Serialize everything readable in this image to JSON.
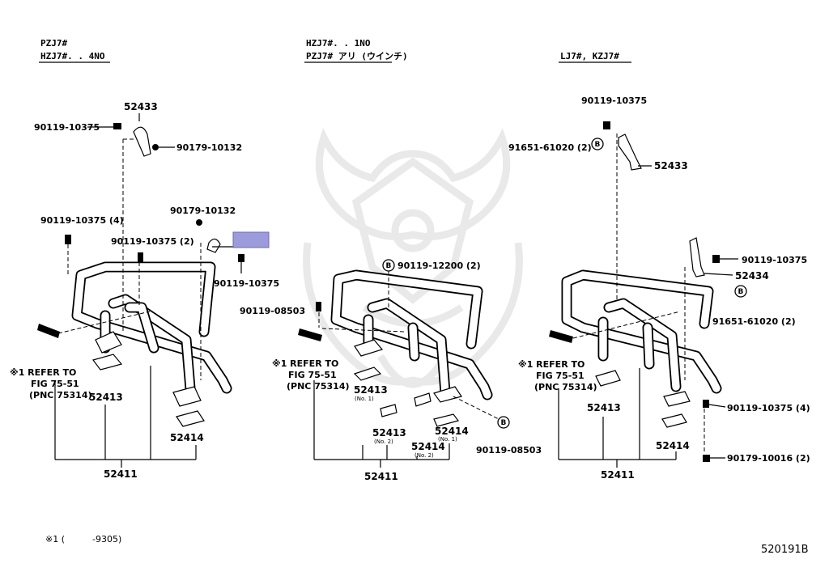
{
  "headers": {
    "left_line1": "PZJ7#",
    "left_line2": "HZJ7#. . 4NO",
    "mid_line1": "HZJ7#. . 1NO",
    "mid_line2": "PZJ7# アリ (ウインチ)",
    "right_line1": "LJ7#, KZJ7#"
  },
  "left": {
    "l52433": "52433",
    "bolt_top": "90119-10375",
    "nut_top": "90179-10132",
    "bolt4": "90119-10375 (4)",
    "nut_mid": "90179-10132",
    "bolt2": "90119-10375 (2)",
    "bolt_low": "90119-10375",
    "refer1": "※1 REFER TO",
    "refer2": "FIG 75-51",
    "refer3": "(PNC 75314)",
    "l52413": "52413",
    "l52414": "52414",
    "l52411": "52411",
    "highlight_color": "#9c9cdc"
  },
  "mid": {
    "b_12200": "90119-12200 (2)",
    "b_08503a": "90119-08503",
    "refer1": "※1 REFER TO",
    "refer2": "FIG 75-51",
    "refer3": "(PNC 75314)",
    "l52413a": "52413",
    "no1a": "(No. 1)",
    "l52413b": "52413",
    "no2a": "(No. 2)",
    "l52414a": "52414",
    "no1b": "(No. 1)",
    "l52414b": "52414",
    "no2b": "(No. 2)",
    "b_08503b": "90119-08503",
    "l52411": "52411",
    "marker": "B"
  },
  "right": {
    "bolt_top": "90119-10375",
    "clip1": "91651-61020 (2)",
    "l52433": "52433",
    "bolt_r": "90119-10375",
    "l52434": "52434",
    "clip2": "91651-61020 (2)",
    "refer1": "※1 REFER TO",
    "refer2": "FIG 75-51",
    "refer3": "(PNC 75314)",
    "l52413": "52413",
    "bolt4": "90119-10375 (4)",
    "l52414": "52414",
    "nut2": "90179-10016 (2)",
    "l52411": "52411",
    "marker": "B"
  },
  "footnote": {
    "mark": "※1  (",
    "range": "-9305)"
  },
  "part_number": "520191B"
}
